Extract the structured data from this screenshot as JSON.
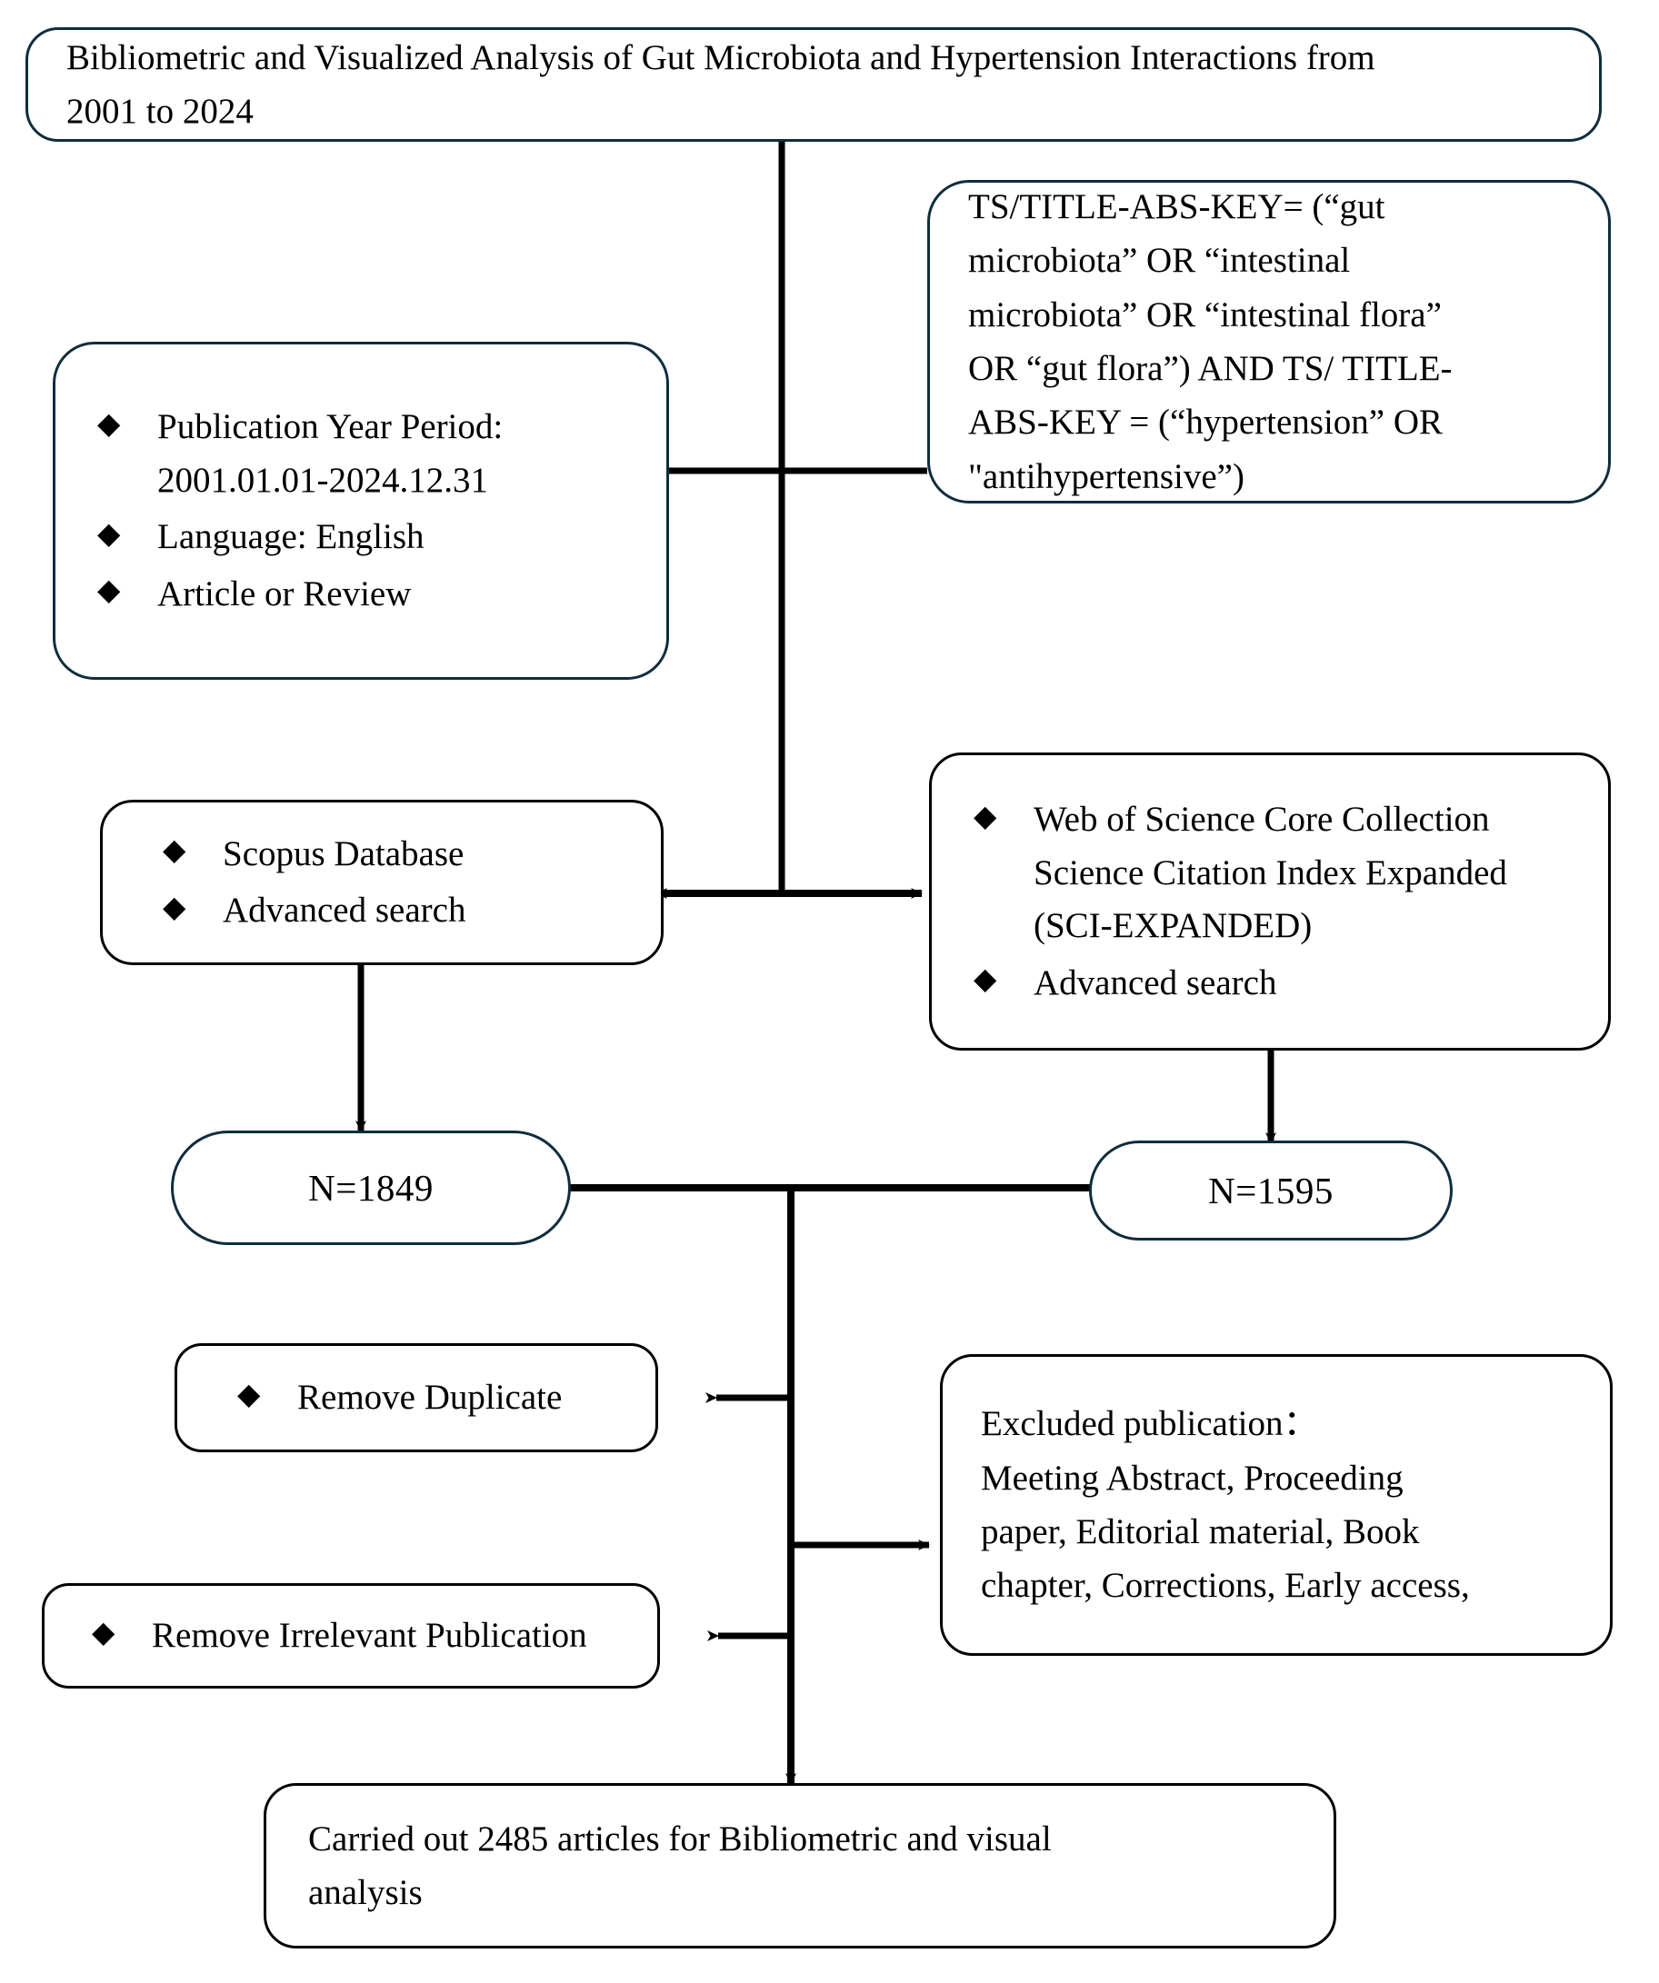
{
  "diagram": {
    "type": "flowchart",
    "accent_dark_navy": "#0f2d3d",
    "accent_black": "#000000",
    "background": "#ffffff",
    "bullet_glyph": "diamond-filled"
  },
  "title_box": {
    "line1": "Bibliometric and Visualized Analysis of Gut Microbiota and Hypertension Interactions from",
    "line2": "2001 to 2024"
  },
  "criteria_box": {
    "items": [
      {
        "line1": "Publication Year Period:",
        "line2": "2001.01.01-2024.12.31"
      },
      {
        "line1": "Language: English",
        "line2": ""
      },
      {
        "line1": "Article or Review",
        "line2": ""
      }
    ]
  },
  "query_box": {
    "line1": "TS/TITLE-ABS-KEY= (“gut",
    "line2": "microbiota”  OR  “intestinal",
    "line3": "microbiota”  OR  “intestinal flora”",
    "line4": "OR  “gut flora”) AND TS/ TITLE-",
    "line5": "ABS-KEY = (“hypertension”  OR",
    "line6": "\"antihypertensive”)"
  },
  "scopus_box": {
    "items": [
      {
        "line1": "Scopus Database",
        "line2": ""
      },
      {
        "line1": "Advanced search",
        "line2": ""
      }
    ]
  },
  "wos_box": {
    "items": [
      {
        "line1": "Web of Science Core Collection",
        "line2": "Science Citation Index Expanded",
        "line3": "(SCI-EXPANDED)"
      },
      {
        "line1": "Advanced search",
        "line2": "",
        "line3": ""
      }
    ]
  },
  "count_scopus": {
    "value": "N=1849"
  },
  "count_wos": {
    "value": "N=1595"
  },
  "remove_duplicate_box": {
    "items": [
      {
        "line1": "Remove Duplicate",
        "line2": ""
      }
    ]
  },
  "remove_irrelevant_box": {
    "items": [
      {
        "line1": "Remove Irrelevant Publication",
        "line2": ""
      }
    ]
  },
  "excluded_box": {
    "line1": "Excluded publication：",
    "line2": "Meeting Abstract, Proceeding",
    "line3": "paper, Editorial material, Book",
    "line4": "chapter, Corrections, Early access,"
  },
  "final_box": {
    "line1": "Carried out  2485  articles for Bibliometric and visual",
    "line2": "analysis"
  }
}
